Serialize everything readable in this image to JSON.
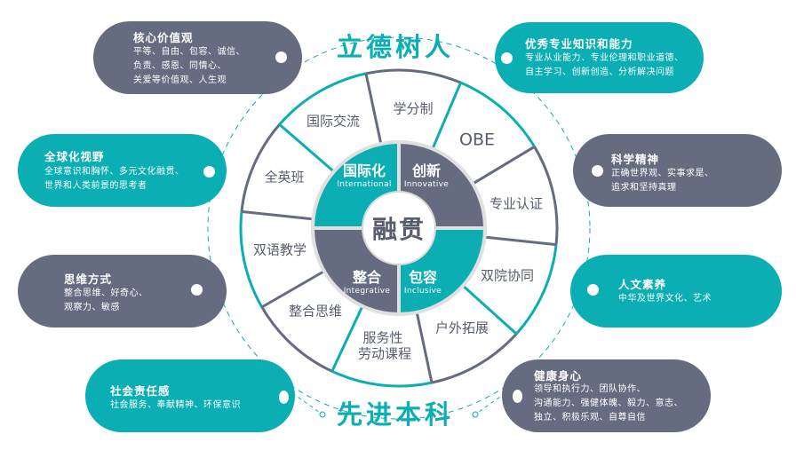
{
  "colors": {
    "teal": "#0aaeb3",
    "gray": "#666c80"
  },
  "titles": {
    "top": "立德树人",
    "bottom": "先进本科"
  },
  "center": "融贯",
  "quadrants": [
    {
      "zh": "国际化",
      "en": "International"
    },
    {
      "zh": "创新",
      "en": "Innovative"
    },
    {
      "zh": "整合",
      "en": "Integrative"
    },
    {
      "zh": "包容",
      "en": "Inclusive"
    }
  ],
  "segments": [
    "学分制",
    "OBE",
    "专业认证",
    "双院协同",
    "户外拓展",
    "服务性",
    "劳动课程",
    "整合思维",
    "双语教学",
    "全英班",
    "国际交流"
  ],
  "pills": [
    {
      "title": "核心价值观",
      "lines": [
        "平等、自由、包容、诚信、",
        "负责、感恩、同情心、",
        "关爱等价值观、人生观"
      ]
    },
    {
      "title": "优秀专业知识和能力",
      "lines": [
        "专业从业能力、专业伦理和职业道德、",
        "自主学习、创新创造、分析解决问题"
      ]
    },
    {
      "title": "全球化视野",
      "lines": [
        "全球意识和胸怀、多元文化融贯、",
        "世界和人类前景的思考者"
      ]
    },
    {
      "title": "科学精神",
      "lines": [
        "正确世界观、实事求是、",
        "追求和坚持真理"
      ]
    },
    {
      "title": "思维方式",
      "lines": [
        "整合思维、好奇心、",
        "观察力、敏感"
      ]
    },
    {
      "title": "人文素养",
      "lines": [
        "中华及世界文化、艺术"
      ]
    },
    {
      "title": "社会责任感",
      "lines": [
        "社会服务、奉献精神、环保意识"
      ]
    },
    {
      "title": "健康身心",
      "lines": [
        "领导和执行力、团队协作、",
        "沟通能力、强健体魄、毅力、意志、",
        "独立、积极乐观、自尊自信"
      ]
    }
  ]
}
